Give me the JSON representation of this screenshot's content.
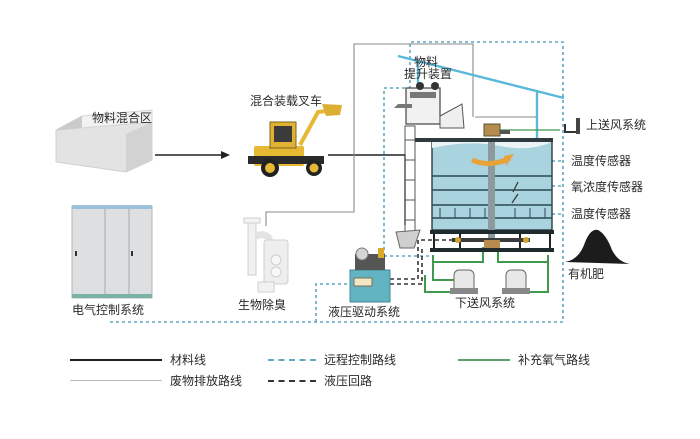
{
  "diagram": {
    "type": "process-flow",
    "components": {
      "mixing_area": "物料混合区",
      "loader": "混合装载叉车",
      "electrical_control": "电气控制系统",
      "bio_deodorization": "生物除臭",
      "hydraulic_drive": "液压驱动系统",
      "lower_air_supply": "下送风系统",
      "material_lift": [
        "物料",
        "提升装置"
      ],
      "upper_air_supply": "上送风系统",
      "temp_sensor_top": "温度传感器",
      "oxygen_sensor": "氧浓度传感器",
      "temp_sensor_bottom": "温度传感器",
      "organic_fertilizer": "有机肥"
    },
    "legend": [
      {
        "key": "material",
        "label": "材料线"
      },
      {
        "key": "remote",
        "label": "远程控制路线"
      },
      {
        "key": "oxygen",
        "label": "补充氧气路线"
      },
      {
        "key": "waste",
        "label": "废物排放路线"
      },
      {
        "key": "hydraulic",
        "label": "液压回路"
      }
    ],
    "colors": {
      "material_line": "#1f1f1f",
      "remote_line": "#5fa7c2",
      "oxygen_line": "#3f9a4f",
      "waste_line": "#9a9a9a",
      "hydraulic_line": "#333333",
      "sky_pipe": "#5ab8d8",
      "tank_fill": "#a9d3de",
      "loader_yellow": "#e6b833",
      "arrow_orange": "#e8a23a",
      "fertilizer": "#1c1c1c"
    }
  }
}
